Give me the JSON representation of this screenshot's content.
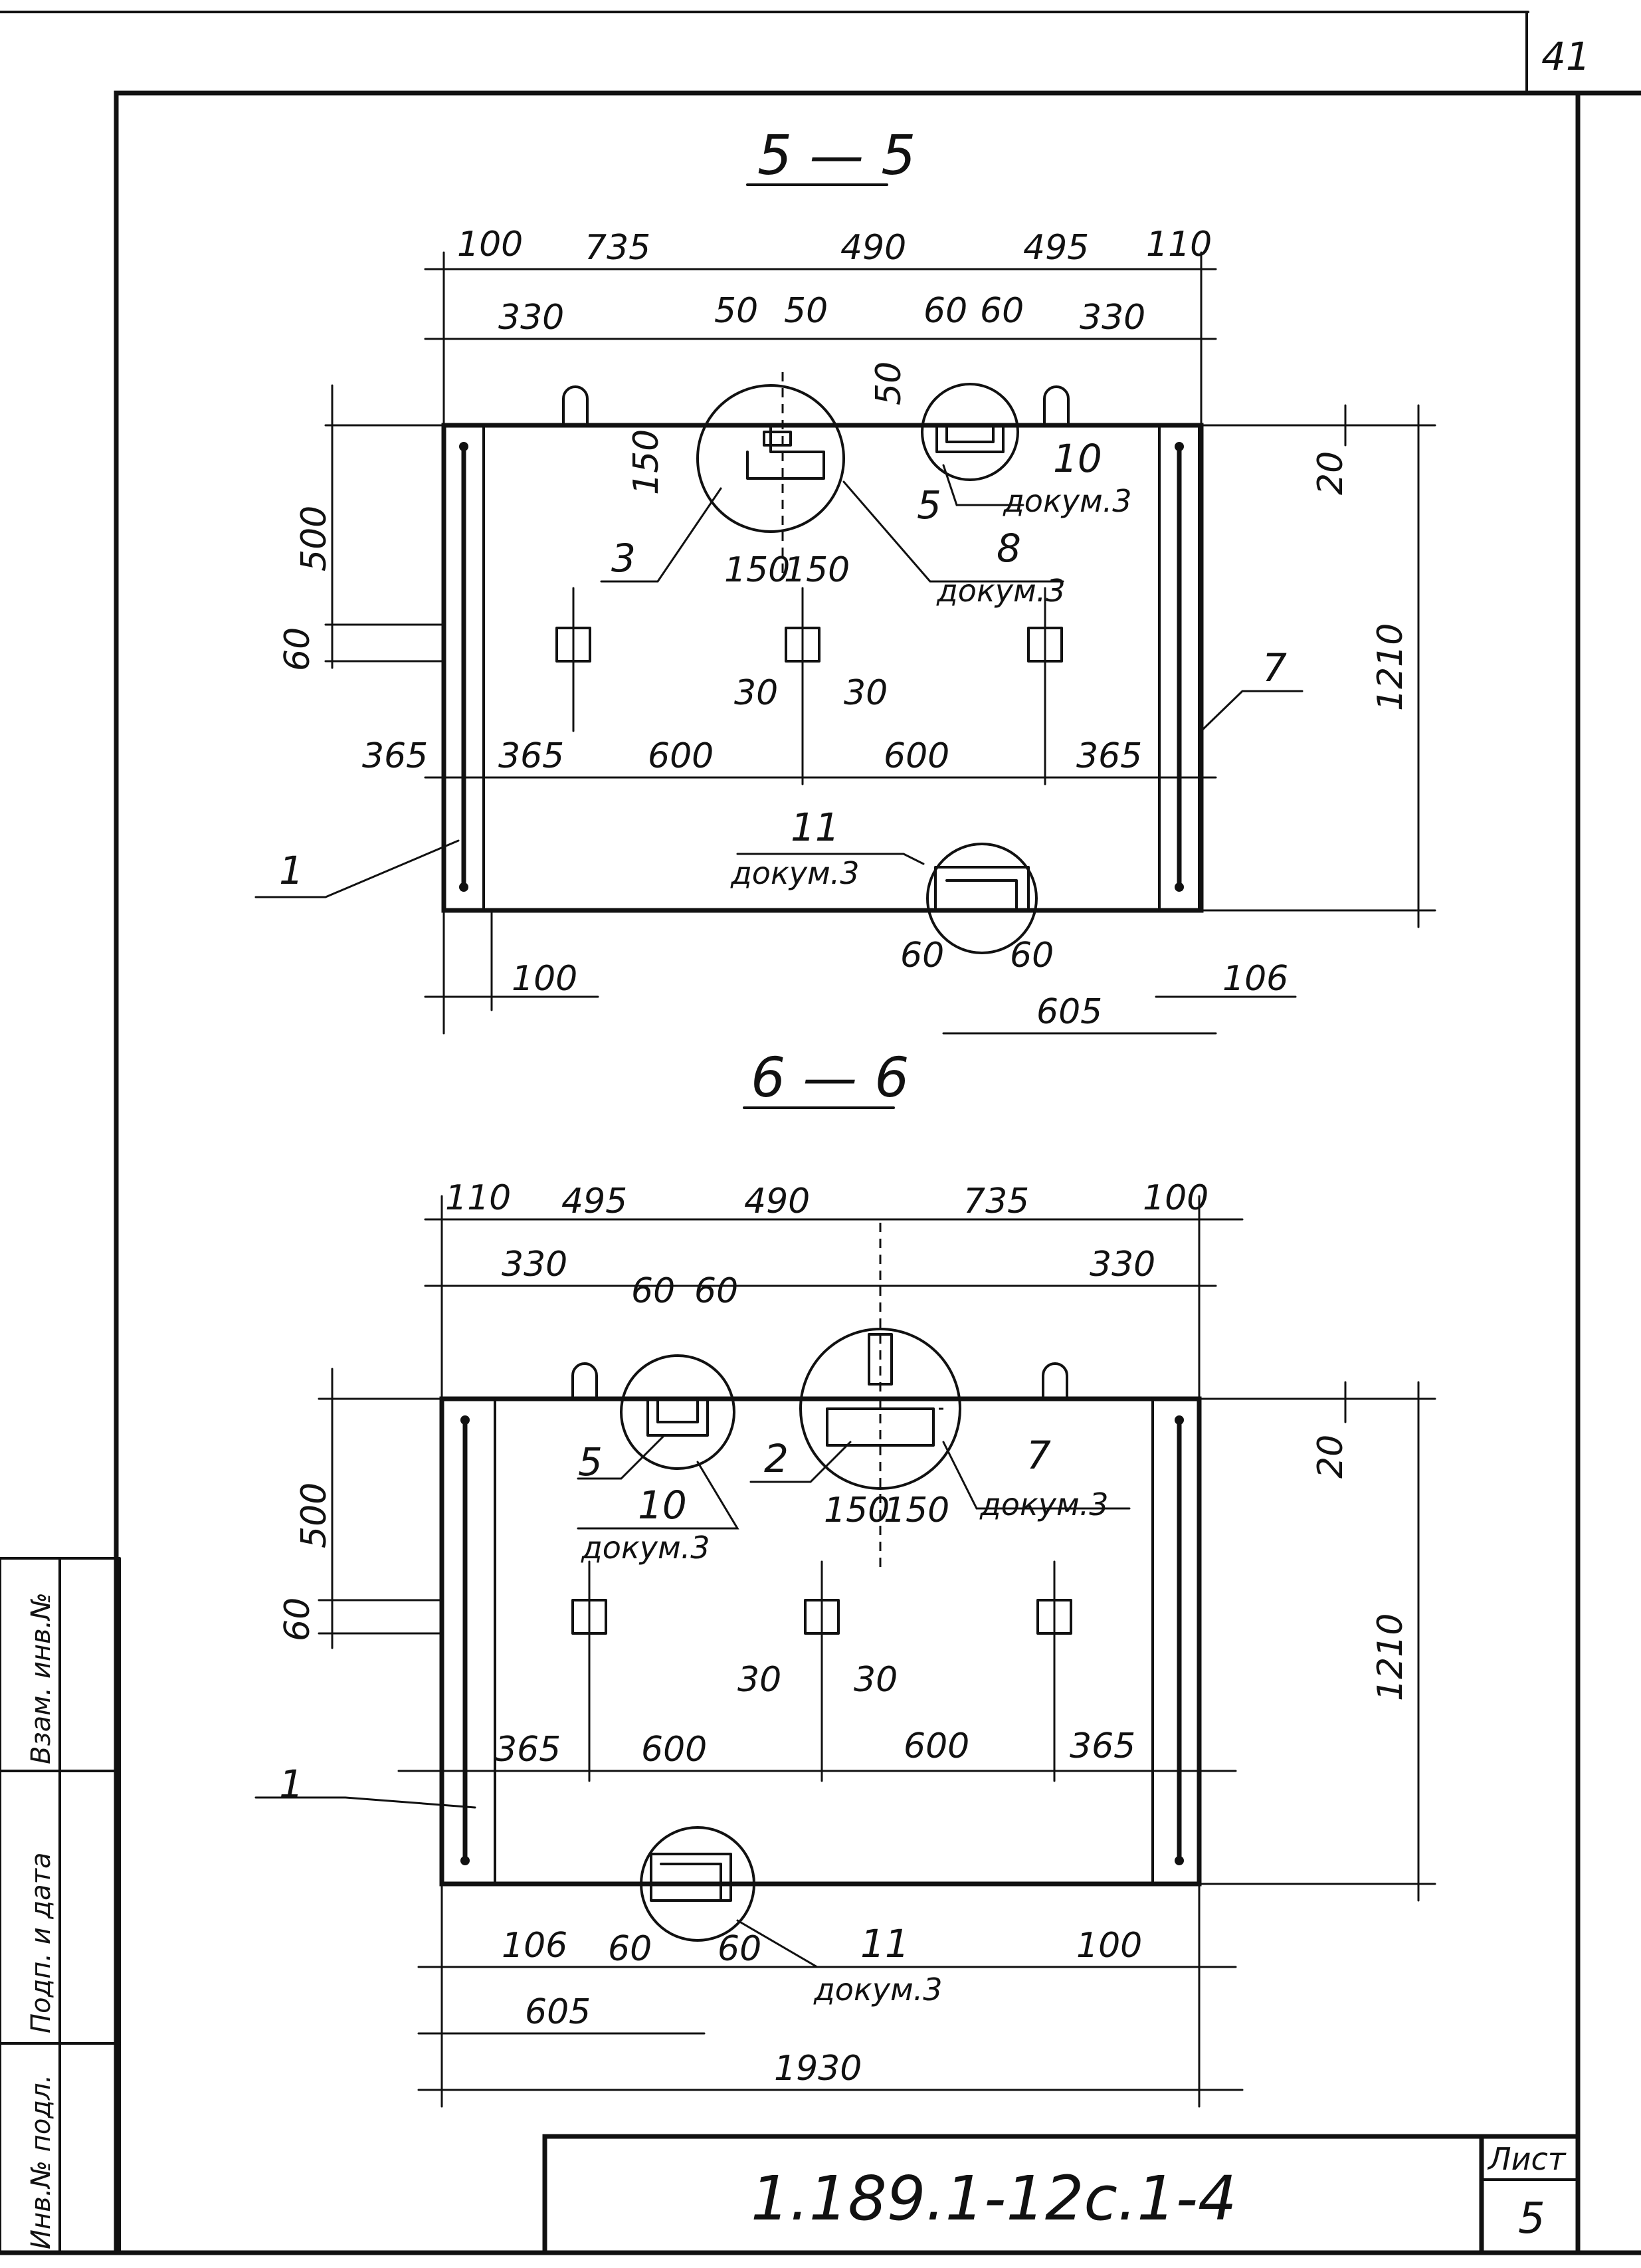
{
  "page_number_corner": "41",
  "section_5": {
    "title": "5 — 5",
    "top_dims": [
      "100",
      "735",
      "490",
      "495",
      "110"
    ],
    "second_dims": [
      "330",
      "50",
      "50",
      "60",
      "60",
      "330"
    ],
    "vertical_left": [
      "500",
      "60"
    ],
    "vertical_mid": [
      "50",
      "150"
    ],
    "right_dims": [
      "20",
      "1210"
    ],
    "center_dims": [
      "150",
      "150",
      "30",
      "30"
    ],
    "row_dims": [
      "365",
      "365",
      "600",
      "600",
      "365"
    ],
    "bottom_dims": [
      "100",
      "60",
      "60",
      "605",
      "106"
    ],
    "callouts": [
      {
        "pos": "3",
        "doc": ""
      },
      {
        "pos": "5",
        "doc": ""
      },
      {
        "pos": "10",
        "doc": "докум.3"
      },
      {
        "pos": "8",
        "doc": "докум.3"
      },
      {
        "pos": "7",
        "doc": ""
      },
      {
        "pos": "1",
        "doc": ""
      },
      {
        "pos": "11",
        "doc": "докум.3"
      }
    ]
  },
  "section_6": {
    "title": "6 — 6",
    "top_dims": [
      "110",
      "495",
      "490",
      "735",
      "100"
    ],
    "second_dims": [
      "330",
      "60",
      "60",
      "330"
    ],
    "vertical_left": [
      "500",
      "60"
    ],
    "right_dims": [
      "20",
      "1210"
    ],
    "center_dims": [
      "150",
      "150",
      "30",
      "30"
    ],
    "row_dims": [
      "365",
      "600",
      "600",
      "365"
    ],
    "bottom_dims": [
      "106",
      "60",
      "60",
      "605",
      "100",
      "1930"
    ],
    "callouts": [
      {
        "pos": "5",
        "doc": ""
      },
      {
        "pos": "10",
        "doc": "докум.3"
      },
      {
        "pos": "2",
        "doc": ""
      },
      {
        "pos": "7",
        "doc": "докум.3"
      },
      {
        "pos": "1",
        "doc": ""
      },
      {
        "pos": "11",
        "doc": "докум.3"
      }
    ]
  },
  "side_stamp": [
    "Инв.№ подл.",
    "Подп. и дата",
    "Взам. инв.№"
  ],
  "title_block": {
    "code": "1.189.1-12с.1-4",
    "sheet_label": "Лист",
    "sheet_number": "5"
  }
}
